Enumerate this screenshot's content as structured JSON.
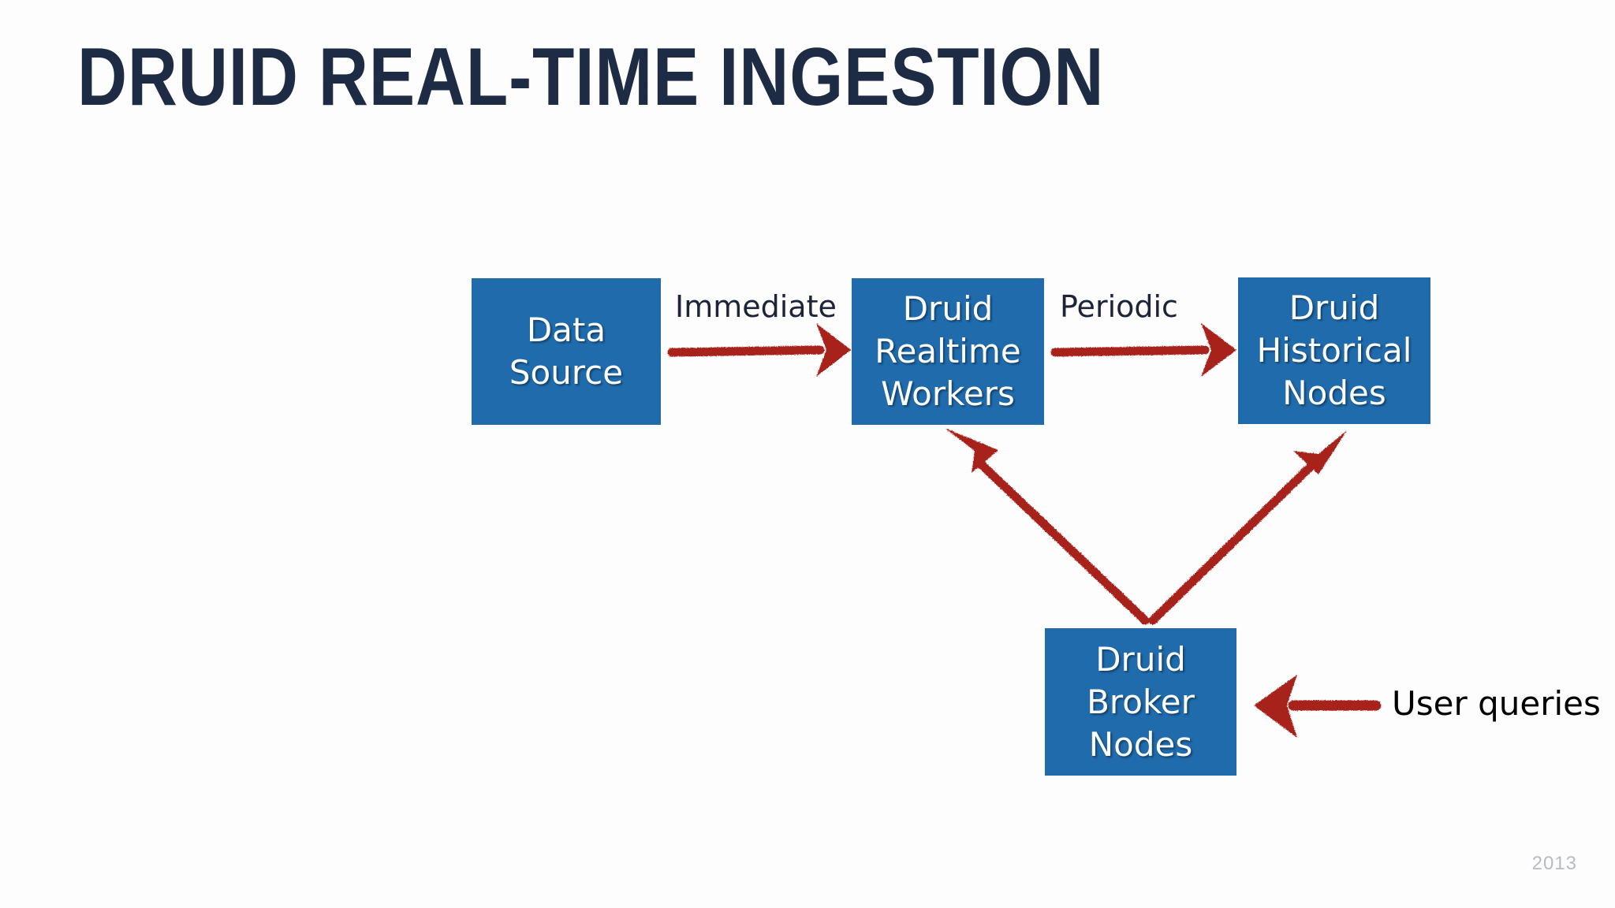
{
  "slide": {
    "title": "DRUID REAL-TIME INGESTION",
    "footer_year": "2013",
    "background_color": "#fdfdfd",
    "title_color": "#1e2b45",
    "node_color": "#1f6bac",
    "node_text_color": "#ffffff",
    "arrow_color": "#a8201f",
    "label_color": "#1d2438"
  },
  "diagram": {
    "nodes": [
      {
        "id": "data-source",
        "lines": [
          "Data",
          "Source"
        ]
      },
      {
        "id": "druid-realtime-workers",
        "lines": [
          "Druid",
          "Realtime",
          "Workers"
        ]
      },
      {
        "id": "druid-historical-nodes",
        "lines": [
          "Druid",
          "Historical",
          "Nodes"
        ]
      },
      {
        "id": "druid-broker-nodes",
        "lines": [
          "Druid",
          "Broker",
          "Nodes"
        ]
      }
    ],
    "edges": [
      {
        "id": "data-source-to-realtime",
        "label": "Immediate",
        "from": "data-source",
        "to": "druid-realtime-workers",
        "direction": "right"
      },
      {
        "id": "realtime-to-historical",
        "label": "Periodic",
        "from": "druid-realtime-workers",
        "to": "druid-historical-nodes",
        "direction": "right"
      },
      {
        "id": "broker-to-realtime",
        "label": "",
        "from": "druid-broker-nodes",
        "to": "druid-realtime-workers",
        "direction": "up-left"
      },
      {
        "id": "broker-to-historical",
        "label": "",
        "from": "druid-broker-nodes",
        "to": "druid-historical-nodes",
        "direction": "up-right"
      },
      {
        "id": "user-queries-to-broker",
        "label": "User queries",
        "from": "user",
        "to": "druid-broker-nodes",
        "direction": "left"
      }
    ]
  }
}
